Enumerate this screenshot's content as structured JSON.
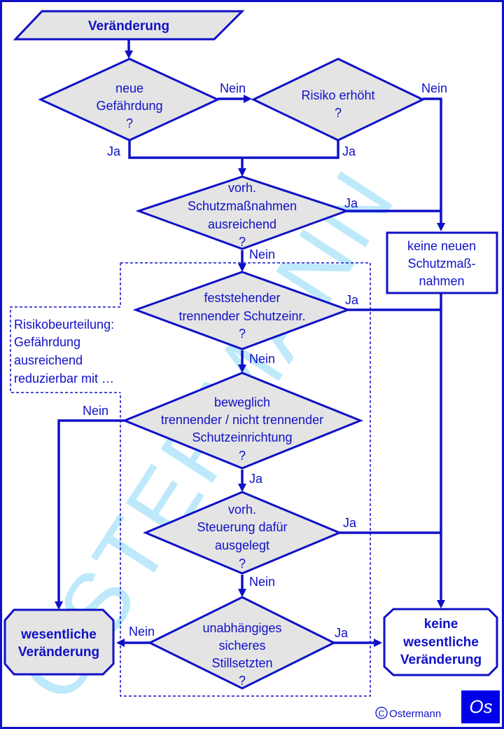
{
  "watermark": "OSTERMANN",
  "nodes": {
    "start": "Veränderung",
    "d1": [
      "neue",
      "Gefährdung",
      "?"
    ],
    "d2": [
      "Risiko erhöht",
      "?"
    ],
    "d3": [
      "vorh.",
      "Schutzmaßnahmen",
      "ausreichend",
      "?"
    ],
    "d4": [
      "feststehender",
      "trennender  Schutzeinr.",
      "?"
    ],
    "d5": [
      "beweglich",
      "trennender  /  nicht trennender",
      "Schutzeinrichtung",
      "?"
    ],
    "d6": [
      "vorh.",
      "Steuerung  dafür",
      "ausgelegt",
      "?"
    ],
    "d7": [
      "unabhängiges",
      "sicheres",
      "Stillsetzten",
      "?"
    ],
    "keine_neuen": [
      "keine neuen",
      "Schutzmaß-",
      "nahmen"
    ],
    "wesentlich": [
      "wesentliche",
      "Veränderung"
    ],
    "keine_wesentlich": [
      "keine",
      "wesentliche",
      "Veränderung"
    ]
  },
  "note": [
    "Risikobeurteilung:",
    "Gefährdung",
    "ausreichend",
    "reduzierbar mit …"
  ],
  "labels": {
    "ja": "Ja",
    "nein": "Nein"
  },
  "copyright": "Ostermann",
  "copyright_symbol": "C",
  "logo": "Os",
  "colors": {
    "blue": "#1010c8",
    "fill": "#e4e4e4",
    "watermark": "#88d8f8"
  }
}
